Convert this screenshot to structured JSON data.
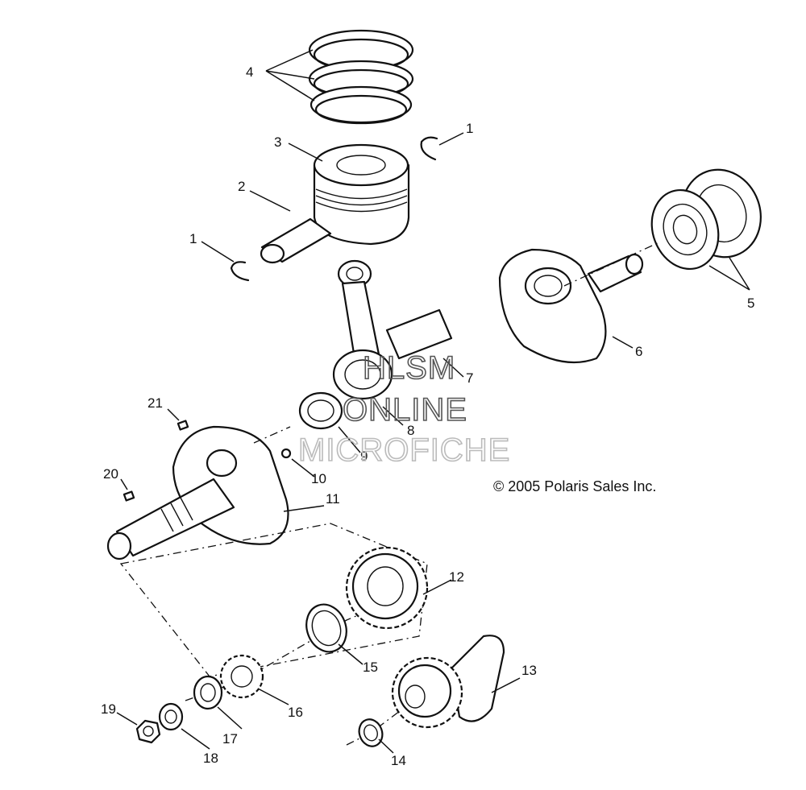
{
  "callouts": {
    "c1a": "1",
    "c1b": "1",
    "c2": "2",
    "c3": "3",
    "c4": "4",
    "c5": "5",
    "c6": "6",
    "c7": "7",
    "c8": "8",
    "c9": "9",
    "c10": "10",
    "c11": "11",
    "c12": "12",
    "c13": "13",
    "c14": "14",
    "c15": "15",
    "c16": "16",
    "c17": "17",
    "c18": "18",
    "c19": "19",
    "c20": "20",
    "c21": "21"
  },
  "watermark": {
    "line1": "HLSM",
    "line2": "ONLINE",
    "line3": "MICROFICHE"
  },
  "copyright": "© 2005 Polaris Sales Inc."
}
